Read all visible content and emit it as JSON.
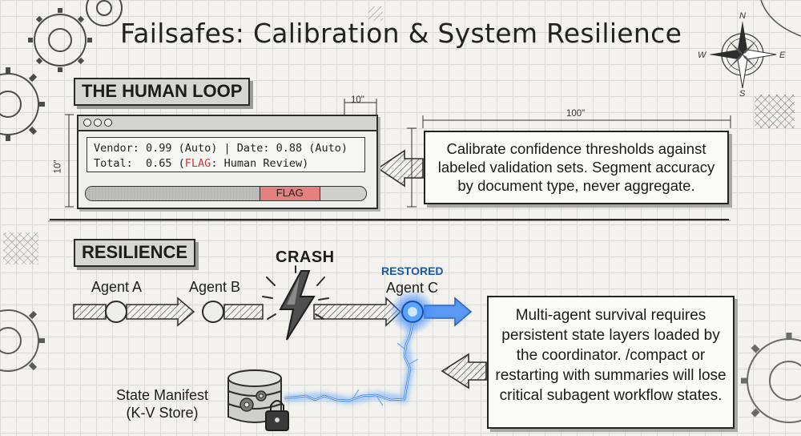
{
  "title": "Failsafes: Calibration & System Resilience",
  "human_loop": {
    "label": "THE HUMAN LOOP",
    "code_line1_text": "Vendor: 0.99 (Auto) | Date: 0.88 (Auto)",
    "code_line2_prefix": "Total:  0.65 (",
    "code_line2_flag": "FLAG",
    "code_line2_suffix": ": Human Review)",
    "progress_label": "FLAG",
    "dim_top": "10\"",
    "dim_side": "10\"",
    "dim_note": "100\"",
    "note": "Calibrate confidence thresholds against labeled validation sets. Segment accuracy by document type, never aggregate."
  },
  "resilience": {
    "label": "RESILIENCE",
    "agent_a": "Agent A",
    "agent_b": "Agent B",
    "crash": "CRASH",
    "restored": "RESTORED",
    "agent_c": "Agent C",
    "manifest": "State Manifest\n(K-V Store)",
    "note": "Multi-agent survival requires persistent state layers loaded by the coordinator. /compact or restarting with summaries will lose critical subagent workflow states."
  },
  "compass": {
    "n": "N",
    "s": "S",
    "e": "E",
    "w": "W"
  },
  "icons": [
    "gear-icon",
    "compass-icon",
    "lightning-icon",
    "database-icon",
    "lock-icon",
    "arrow-icon"
  ],
  "colors": {
    "restored_blue": "#1f57a3",
    "glow_blue": "#3d8bff",
    "flag_red": "#e4817f"
  }
}
